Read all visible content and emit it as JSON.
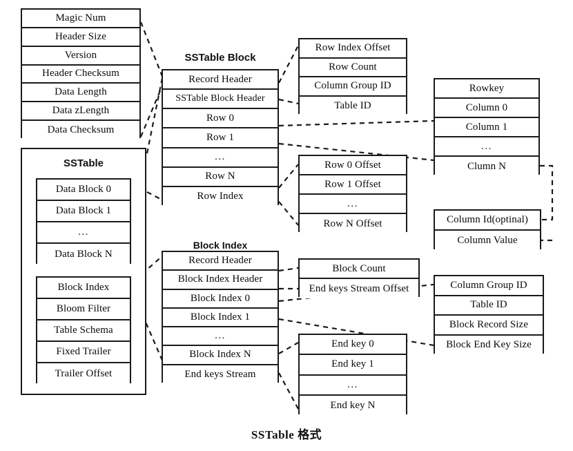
{
  "caption": "SSTable 格式",
  "groups": {
    "record_header": {
      "title": "",
      "rows": [
        "Magic Num",
        "Header Size",
        "Version",
        "Header Checksum",
        "Data Length",
        "Data zLength",
        "Data Checksum"
      ]
    },
    "sstable_container": {
      "title": "SSTable",
      "data_blocks": [
        "Data Block 0",
        "Data Block 1",
        "...",
        "Data Block N"
      ],
      "trailer_blocks": [
        "Block Index",
        "Bloom Filter",
        "Table Schema",
        "Fixed Trailer",
        "Trailer Offset"
      ]
    },
    "sstable_block": {
      "title": "SSTable Block",
      "rows": [
        "Record Header",
        "SSTable Block Header",
        "Row 0",
        "Row 1",
        "...",
        "Row N",
        "Row Index"
      ]
    },
    "sstable_block_header": {
      "title": "",
      "rows": [
        "Row Index Offset",
        "Row Count",
        "Column Group ID",
        "Table ID"
      ]
    },
    "row_detail": {
      "title": "",
      "rows": [
        "Rowkey",
        "Column 0",
        "Column 1",
        "...",
        "Clumn N"
      ]
    },
    "row_index": {
      "title": "",
      "rows": [
        "Row 0 Offset",
        "Row 1 Offset",
        "...",
        "Row N Offset"
      ]
    },
    "column_detail": {
      "title": "",
      "rows": [
        "Column Id(optinal)",
        "Column Value"
      ]
    },
    "block_index": {
      "title": "Block Index",
      "rows": [
        "Record Header",
        "Block Index Header",
        "Block Index 0",
        "Block Index 1",
        "...",
        "Block Index N",
        "End keys Stream"
      ]
    },
    "block_index_header": {
      "title": "",
      "rows": [
        "Block Count",
        "End keys Stream Offset"
      ]
    },
    "block_index_entry": {
      "title": "",
      "rows": [
        "Column Group ID",
        "Table ID",
        "Block Record Size",
        "Block End Key Size"
      ]
    },
    "end_keys_stream": {
      "title": "",
      "rows": [
        "End key 0",
        "End key 1",
        "...",
        "End key N"
      ]
    }
  },
  "colors": {
    "stroke": "#1a1a1a",
    "background": "#ffffff",
    "text": "#0b0b0b"
  }
}
